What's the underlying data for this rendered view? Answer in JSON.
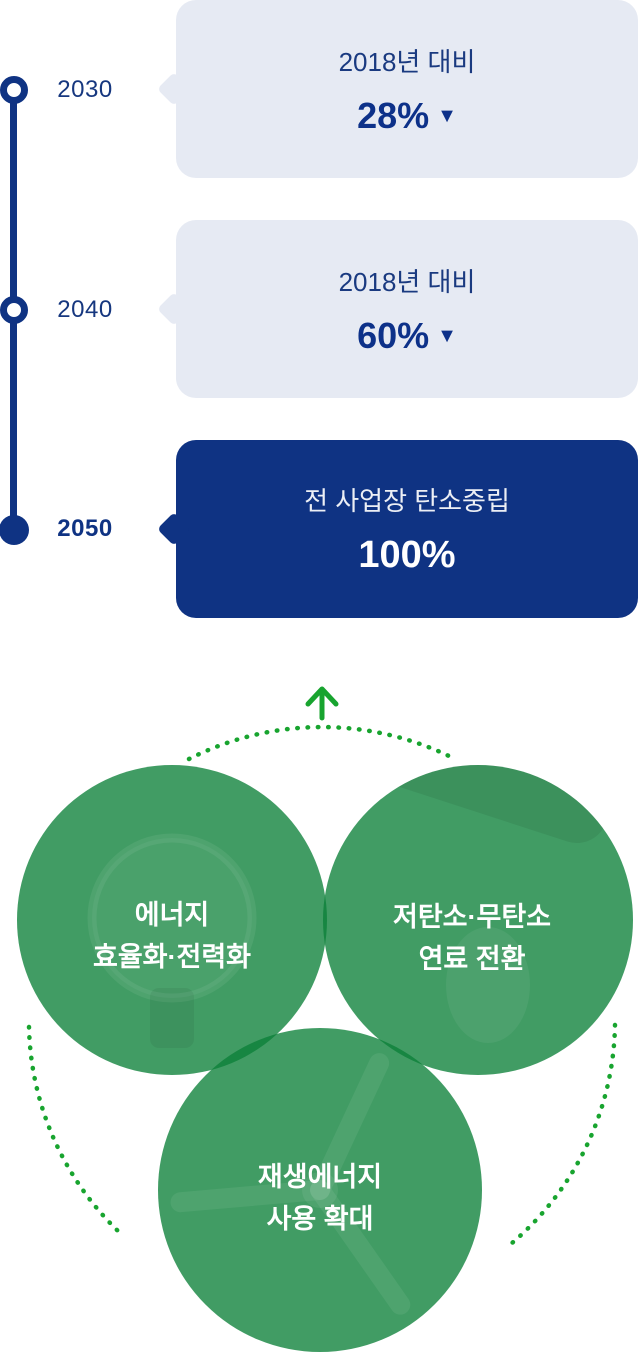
{
  "colors": {
    "navy": "#0F3383",
    "card_background": "#E6EAF3",
    "green_circle": "#0C8038",
    "green_accent": "#18A42F",
    "white": "#FFFFFF"
  },
  "timeline": {
    "milestones": [
      {
        "year": "2030",
        "label": "2018년 대비",
        "value": "28%",
        "arrow": "▼",
        "highlight": false
      },
      {
        "year": "2040",
        "label": "2018년 대비",
        "value": "60%",
        "arrow": "▼",
        "highlight": false
      },
      {
        "year": "2050",
        "label": "전 사업장 탄소중립",
        "value": "100%",
        "arrow": "",
        "highlight": true
      }
    ]
  },
  "venn": {
    "circles": [
      {
        "line1": "에너지",
        "line2": "효율화·전력화"
      },
      {
        "line1": "저탄소·무탄소",
        "line2": "연료 전환"
      },
      {
        "line1": "재생에너지",
        "line2": "사용 확대"
      }
    ]
  }
}
